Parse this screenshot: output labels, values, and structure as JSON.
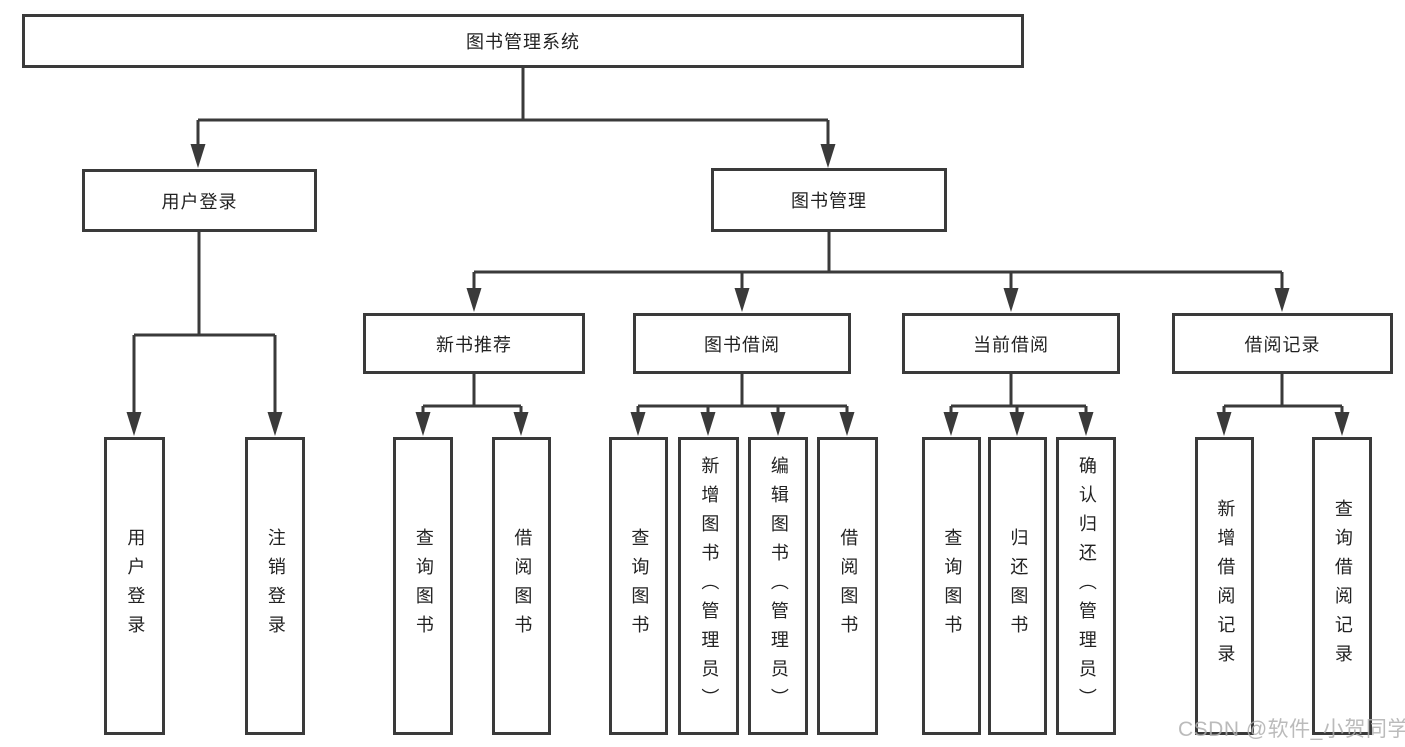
{
  "diagram": {
    "type": "hierarchy-tree",
    "title": "图书管理系统"
  },
  "colors": {
    "line": "#3a3a3a",
    "text": "#222222",
    "box_background": "#ffffff",
    "watermark": "#afafaf",
    "background": "#ffffff"
  },
  "tree": {
    "root": {
      "label": "图书管理系统"
    },
    "branches": [
      {
        "label": "用户登录",
        "children": [
          {
            "label": "用户登录"
          },
          {
            "label": "注销登录"
          }
        ]
      },
      {
        "label": "图书管理",
        "children": [
          {
            "label": "新书推荐",
            "children": [
              {
                "label": "查询图书"
              },
              {
                "label": "借阅图书"
              }
            ]
          },
          {
            "label": "图书借阅",
            "children": [
              {
                "label": "查询图书"
              },
              {
                "label": "新增图书（管理员）"
              },
              {
                "label": "编辑图书（管理员）"
              },
              {
                "label": "借阅图书"
              }
            ]
          },
          {
            "label": "当前借阅",
            "children": [
              {
                "label": "查询图书"
              },
              {
                "label": "归还图书"
              },
              {
                "label": "确认归还（管理员）"
              }
            ]
          },
          {
            "label": "借阅记录",
            "children": [
              {
                "label": "新增借阅记录"
              },
              {
                "label": "查询借阅记录"
              }
            ]
          }
        ]
      }
    ]
  },
  "watermark": {
    "text": "CSDN @软件_小贺同学"
  }
}
